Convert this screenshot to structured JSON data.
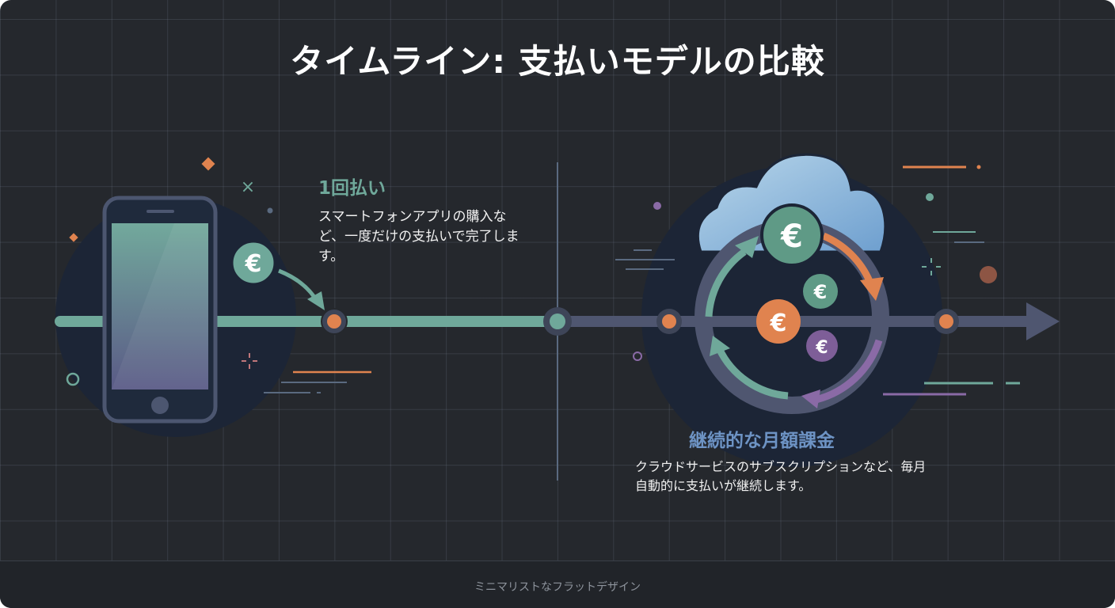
{
  "title": "タイムライン: 支払いモデルの比較",
  "one_time": {
    "heading": "1回払い",
    "description": "スマートフォンアプリの購入など、一度だけの支払いで完了します。"
  },
  "subscription": {
    "heading": "継続的な月額課金",
    "description": "クラウドサービスのサブスクリプションなど、毎月自動的に支払いが継続します。"
  },
  "footer": "ミニマリストなフラットデザイン",
  "currency_symbol": "€",
  "colors": {
    "background": "#25282d",
    "teal": "#6fa89a",
    "orange": "#e0834f",
    "purple": "#8a6aa6",
    "slate": "#4f5670",
    "cloud": "#8fb9dc"
  }
}
